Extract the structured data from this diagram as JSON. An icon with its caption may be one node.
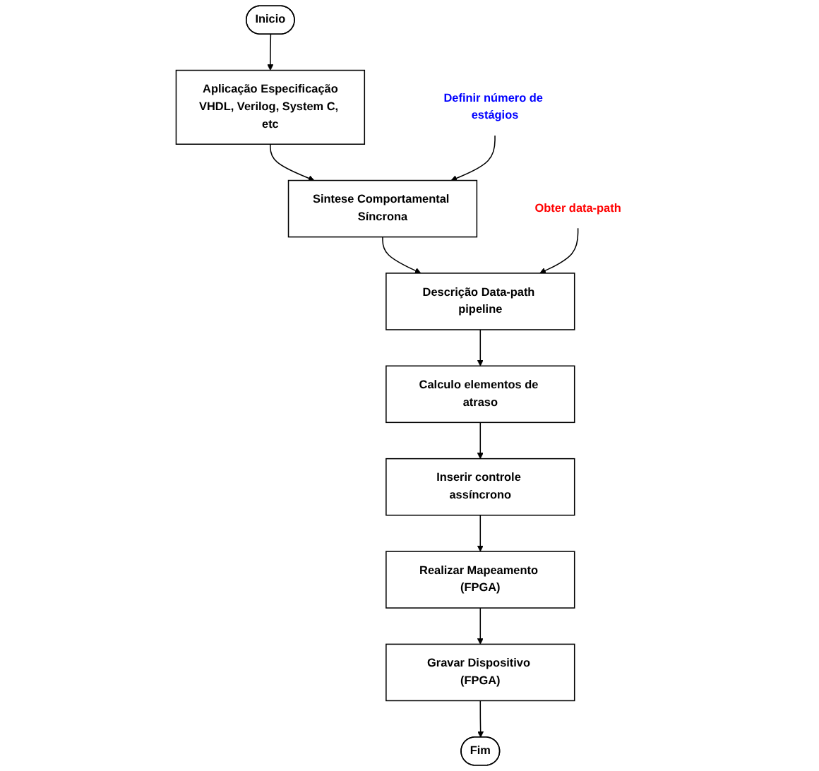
{
  "diagram": {
    "nodes": [
      {
        "text": [
          "Inicio"
        ]
      },
      {
        "text": [
          "Aplicação Especificação",
          "VHDL, Verilog, System C, etc"
        ]
      },
      {
        "text": [
          "Definir número de estágios"
        ]
      },
      {
        "text": [
          "Sintese Comportamental Síncrona"
        ]
      },
      {
        "text": [
          "Obter data-path"
        ]
      },
      {
        "text": [
          "Descrição Data-path pipeline"
        ]
      },
      {
        "text": [
          "Calculo elementos de atraso"
        ]
      },
      {
        "text": [
          "Inserir controle assíncrono"
        ]
      },
      {
        "text": [
          "Realizar Mapeamento (FPGA)"
        ]
      },
      {
        "text": [
          "Gravar Dispositivo (FPGA)"
        ]
      },
      {
        "text": [
          "Fim"
        ]
      }
    ],
    "edges": [
      {
        "from": 0,
        "to": 1,
        "arrow": "to"
      },
      {
        "from": 1,
        "to": 3,
        "arrow": "to"
      },
      {
        "from": 2,
        "to": 3,
        "arrow": "to"
      },
      {
        "from": 3,
        "to": 5,
        "arrow": "to"
      },
      {
        "from": 4,
        "to": 5,
        "arrow": "to"
      },
      {
        "from": 5,
        "to": 6,
        "arrow": "to"
      },
      {
        "from": 6,
        "to": 7,
        "arrow": "to"
      },
      {
        "from": 7,
        "to": 8,
        "arrow": "to"
      },
      {
        "from": 8,
        "to": 9,
        "arrow": "to"
      },
      {
        "from": 9,
        "to": 10,
        "arrow": "to"
      }
    ]
  }
}
